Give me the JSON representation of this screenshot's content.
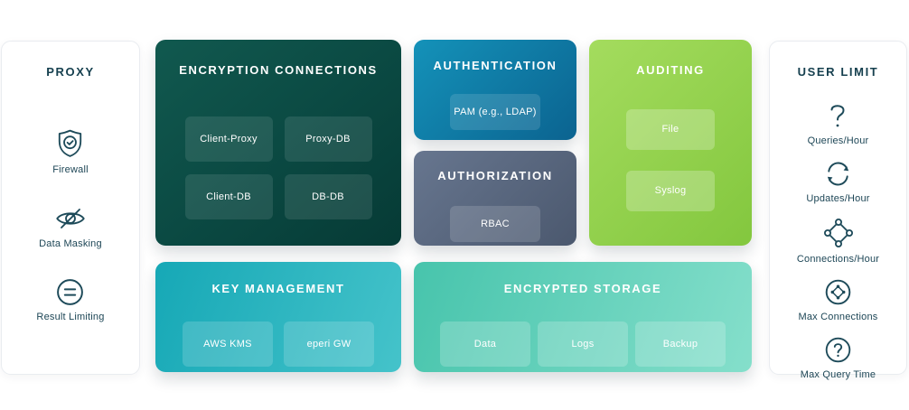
{
  "diagram_title": "database security features diagram",
  "colors": {
    "background": "#ffffff",
    "encryption_connections": [
      "#11594f",
      "#063a35"
    ],
    "authentication": [
      "#1492b9",
      "#0b6390"
    ],
    "authorization": [
      "#67768f",
      "#4b586e"
    ],
    "auditing": [
      "#a4dc5e",
      "#83c73e"
    ],
    "key_management": [
      "#16a8b6",
      "#45c3ca"
    ],
    "encrypted_storage": [
      "#47c4ac",
      "#85dfcb"
    ],
    "ink": "#1d4656",
    "panel_text": "#ffffff"
  },
  "panels": {
    "proxy": {
      "title": "PROXY",
      "items": [
        {
          "icon": "shield-check-icon",
          "label": "Firewall"
        },
        {
          "icon": "eye-slash-icon",
          "label": "Data Masking"
        },
        {
          "icon": "equals-circle-icon",
          "label": "Result Limiting"
        }
      ]
    },
    "encryption_connections": {
      "title": "ENCRYPTION CONNECTIONS",
      "chips": [
        "Client-Proxy",
        "Proxy-DB",
        "Client-DB",
        "DB-DB"
      ]
    },
    "authentication": {
      "title": "AUTHENTICATION",
      "chips": [
        "PAM (e.g., LDAP)"
      ]
    },
    "authorization": {
      "title": "AUTHORIZATION",
      "chips": [
        "RBAC"
      ]
    },
    "auditing": {
      "title": "AUDITING",
      "chips": [
        "File",
        "Syslog"
      ]
    },
    "key_management": {
      "title": "KEY MANAGEMENT",
      "chips": [
        "AWS KMS",
        "eperi GW"
      ]
    },
    "encrypted_storage": {
      "title": "ENCRYPTED STORAGE",
      "chips": [
        "Data",
        "Logs",
        "Backup"
      ]
    },
    "user_limit": {
      "title": "USER LIMIT",
      "items": [
        {
          "icon": "question-icon",
          "label": "Queries/Hour"
        },
        {
          "icon": "refresh-icon",
          "label": "Updates/Hour"
        },
        {
          "icon": "network-diamond-icon",
          "label": "Connections/Hour"
        },
        {
          "icon": "connections-circle-icon",
          "label": "Max Connections"
        },
        {
          "icon": "question-circle-icon",
          "label": "Max Query Time"
        }
      ]
    }
  }
}
